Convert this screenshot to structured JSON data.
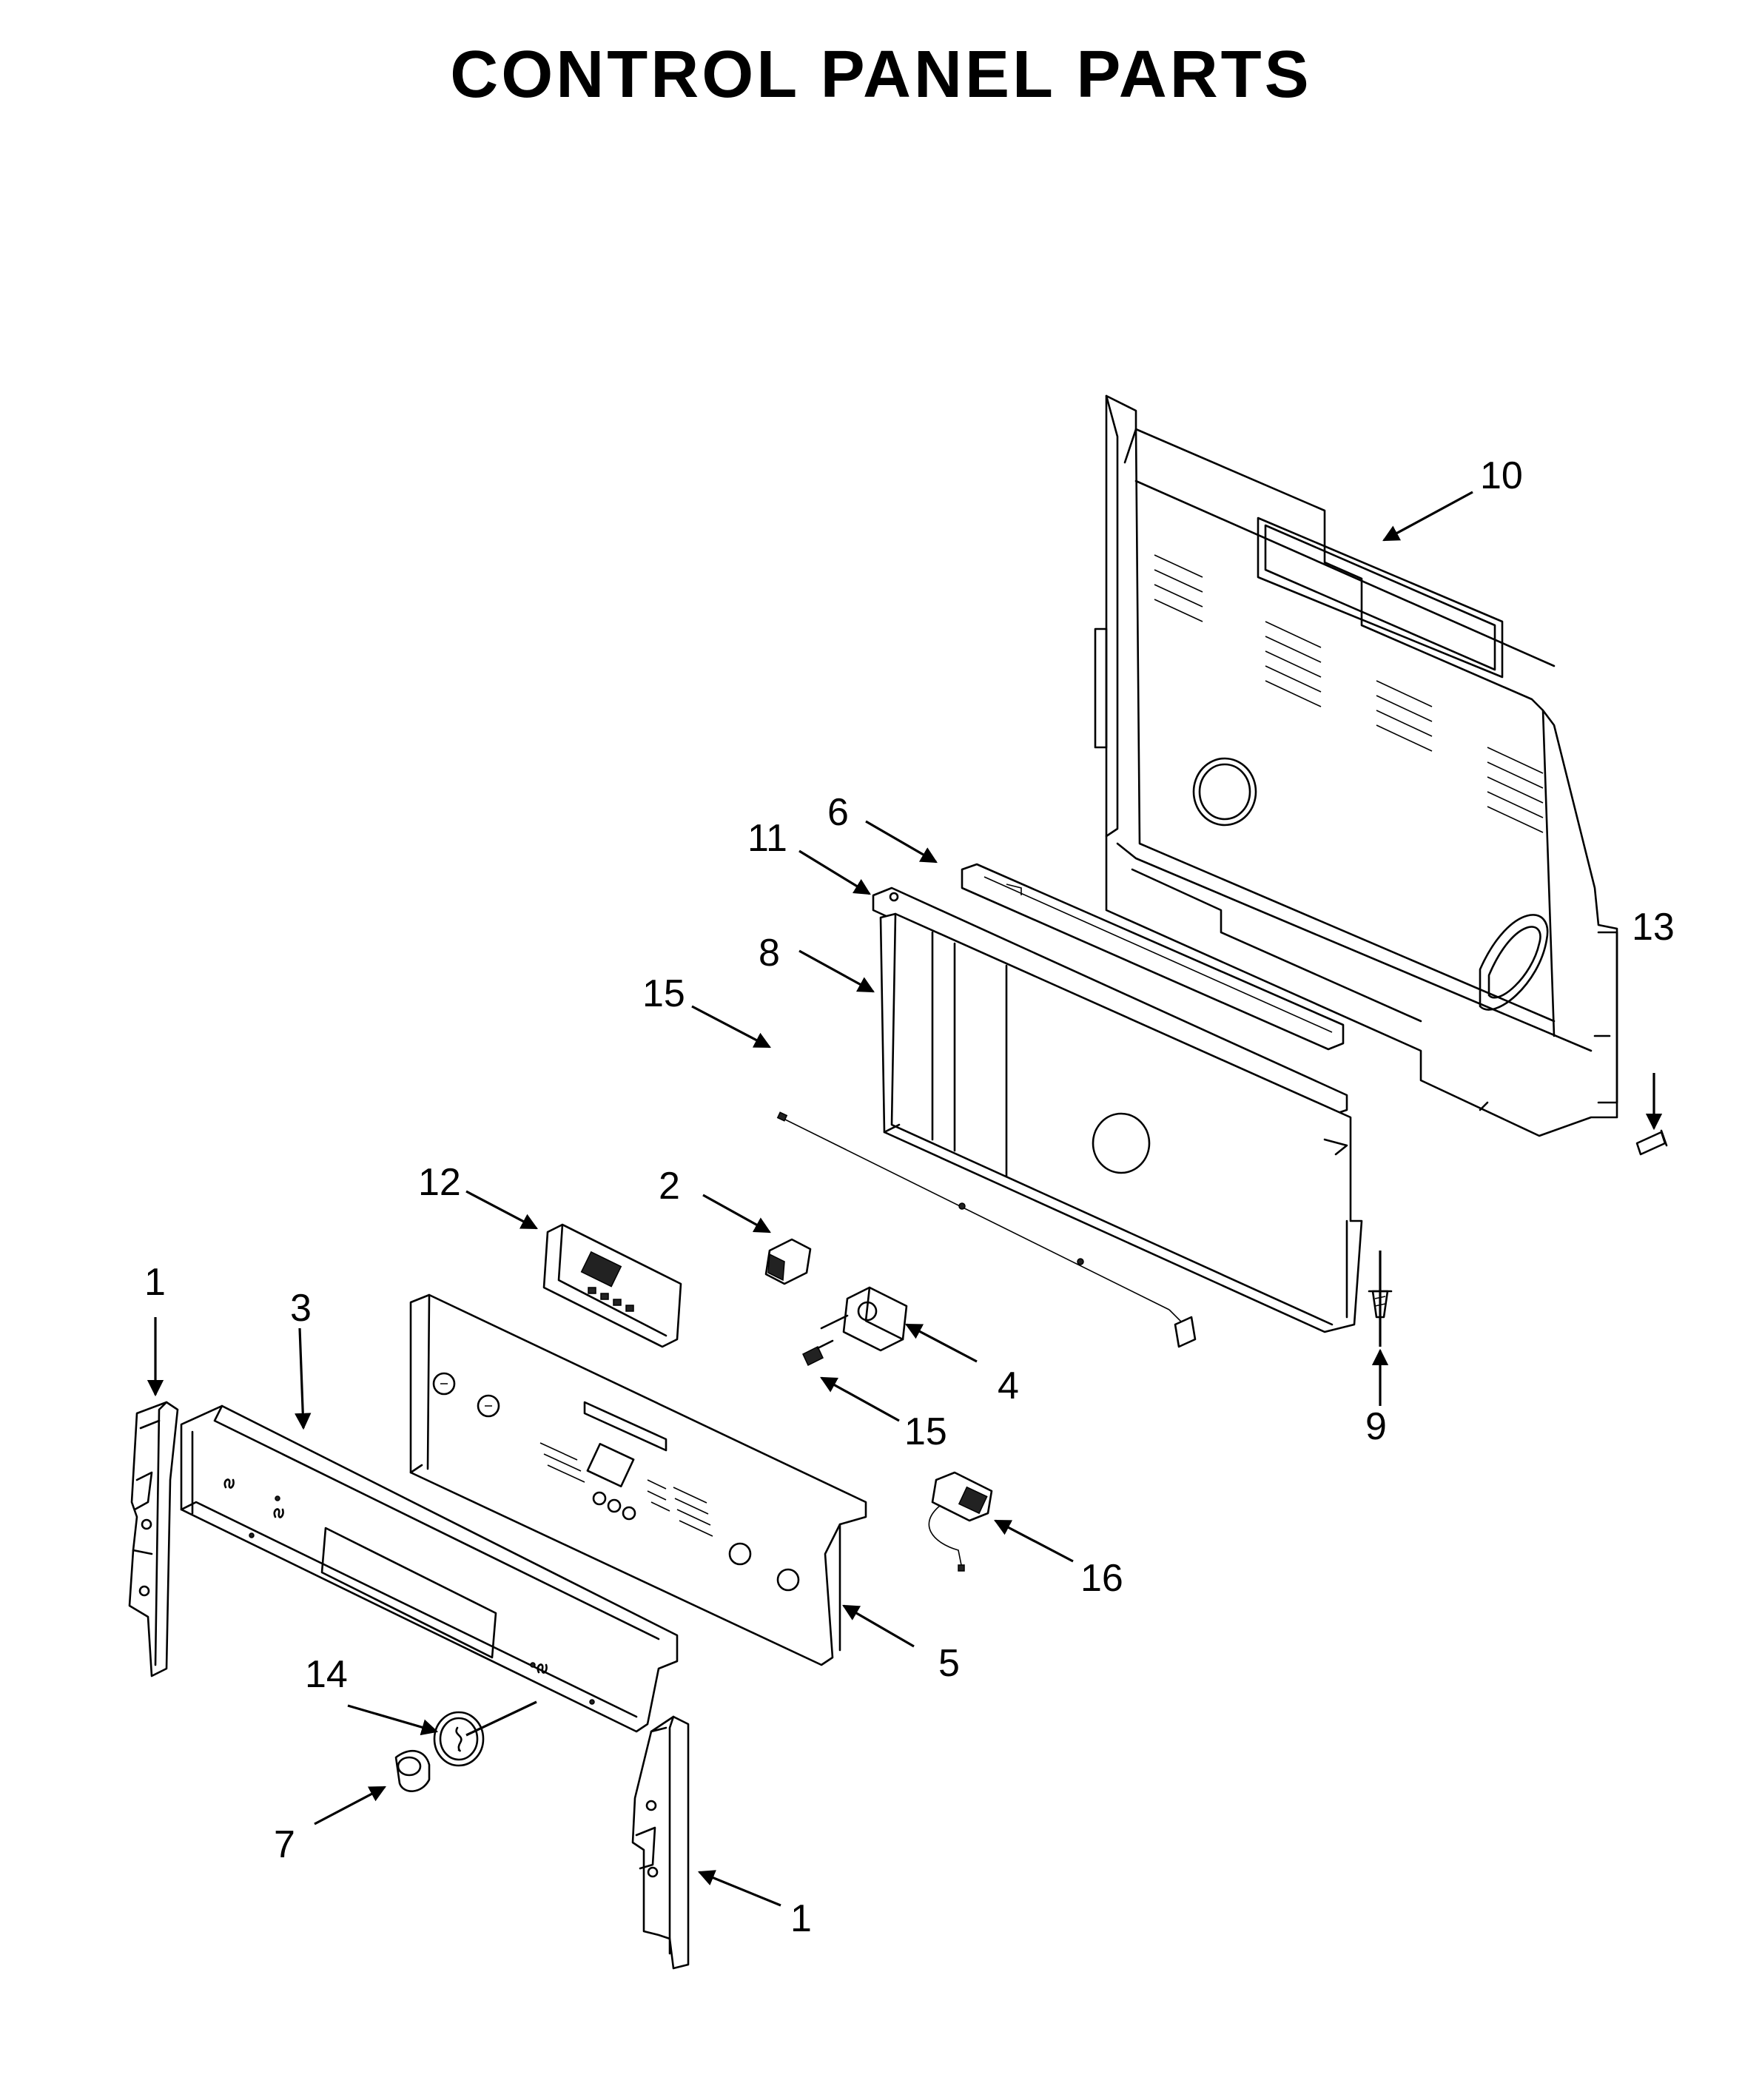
{
  "title": "CONTROL PANEL PARTS",
  "callouts": [
    {
      "label": "1"
    },
    {
      "label": "1"
    },
    {
      "label": "2"
    },
    {
      "label": "3"
    },
    {
      "label": "4"
    },
    {
      "label": "5"
    },
    {
      "label": "6"
    },
    {
      "label": "7"
    },
    {
      "label": "8"
    },
    {
      "label": "9"
    },
    {
      "label": "10"
    },
    {
      "label": "11"
    },
    {
      "label": "12"
    },
    {
      "label": "13"
    },
    {
      "label": "14"
    },
    {
      "label": "15"
    },
    {
      "label": "15"
    },
    {
      "label": "16"
    }
  ]
}
